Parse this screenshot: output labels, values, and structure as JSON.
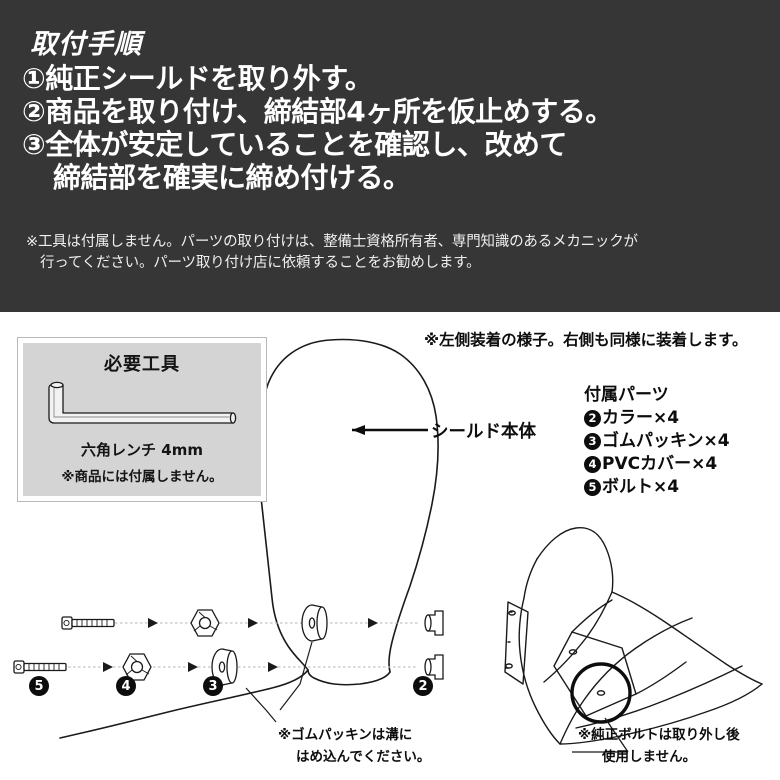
{
  "header": {
    "title": "取付手順",
    "steps": [
      {
        "text": "①純正シールドを取り外す。",
        "indent": false
      },
      {
        "text": "②商品を取り付け、締結部4ヶ所を仮止めする。",
        "indent": false
      },
      {
        "text": "③全体が安定していることを確認し、改めて",
        "indent": false
      },
      {
        "text": "締結部を確実に締め付ける。",
        "indent": true
      }
    ],
    "notes": [
      {
        "text": "※工具は付属しません。パーツの取り付けは、整備士資格所有者、専門知識のあるメカニックが",
        "indent": false
      },
      {
        "text": "行ってください。パーツ取り付け店に依頼することをお勧めします。",
        "indent": true
      }
    ]
  },
  "toolbox": {
    "title": "必要工具",
    "tool_icon": "hex-wrench-icon",
    "caption": "六角レンチ 4mm",
    "subcaption": "※商品には付属しません。"
  },
  "diagram": {
    "side_note": "※左側装着の様子。右側も同様に装着します。",
    "shield_label": "シールド本体",
    "packing_note_line1": "※ゴムパッキンは溝に",
    "packing_note_line2": "はめ込んでください。",
    "bolt_note_line1": "※純正ボルトは取り外し後",
    "bolt_note_line2": "使用しません。",
    "markers": [
      {
        "number": "5",
        "part": "bolt"
      },
      {
        "number": "4",
        "part": "pvc-cover"
      },
      {
        "number": "3",
        "part": "rubber-packing"
      },
      {
        "number": "2",
        "part": "collar"
      }
    ]
  },
  "parts": {
    "title": "付属パーツ",
    "items": [
      {
        "number": "2",
        "label": "カラー×4"
      },
      {
        "number": "3",
        "label": "ゴムパッキン×4"
      },
      {
        "number": "4",
        "label": "PVCカバー×4"
      },
      {
        "number": "5",
        "label": "ボルト×4"
      }
    ]
  },
  "colors": {
    "header_bg": "#363636",
    "header_text": "#ffffff",
    "diagram_bg": "#ffffff",
    "line": "#1a1a1a",
    "toolbox_bg": "#d4d4d4",
    "badge_bg": "#0d0d0d"
  }
}
